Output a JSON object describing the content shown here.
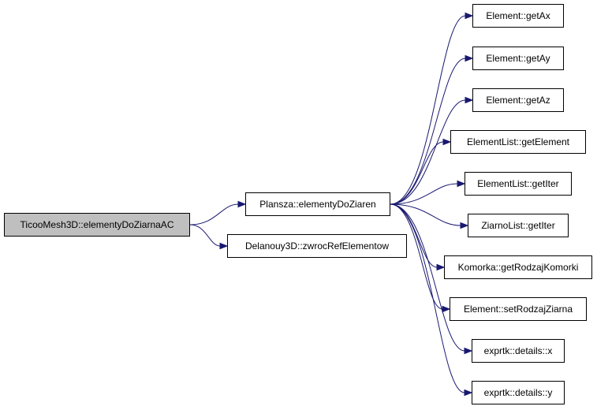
{
  "colors": {
    "edge": "#191970",
    "root_fill": "#bfbfbf",
    "node_fill": "#ffffff",
    "border": "#000000"
  },
  "nodes": {
    "root": "TicooMesh3D::elementyDoZiarnaAC",
    "plansza": "Plansza::elementyDoZiaren",
    "delanouy": "Delanouy3D::zwrocRefElementow",
    "getax": "Element::getAx",
    "getay": "Element::getAy",
    "getaz": "Element::getAz",
    "getelement": "ElementList::getElement",
    "getiter_el": "ElementList::getIter",
    "getiter_zi": "ZiarnoList::getIter",
    "getrodzaj": "Komorka::getRodzajKomorki",
    "setrodzaj": "Element::setRodzajZiarna",
    "x": "exprtk::details::x",
    "y": "exprtk::details::y"
  },
  "edges": [
    [
      "root",
      "plansza"
    ],
    [
      "root",
      "delanouy"
    ],
    [
      "plansza",
      "getax"
    ],
    [
      "plansza",
      "getay"
    ],
    [
      "plansza",
      "getaz"
    ],
    [
      "plansza",
      "getelement"
    ],
    [
      "plansza",
      "getiter_el"
    ],
    [
      "plansza",
      "getiter_zi"
    ],
    [
      "plansza",
      "getrodzaj"
    ],
    [
      "plansza",
      "setrodzaj"
    ],
    [
      "plansza",
      "x"
    ],
    [
      "plansza",
      "y"
    ]
  ]
}
